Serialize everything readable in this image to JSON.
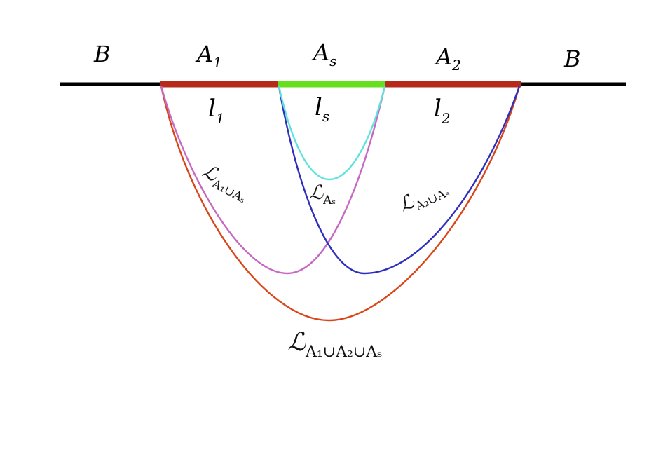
{
  "colors": {
    "region_b": "#000000",
    "region_a1": "#b52a1a",
    "region_as": "#66e01c",
    "region_a2": "#b52a1a",
    "curve_a1_a2_as": "#d9461a",
    "curve_a1_as": "#c768c2",
    "curve_as": "#5ee3dc",
    "curve_a2_as": "#2f2fbd"
  },
  "regions": {
    "b_left": "B",
    "a1": {
      "base": "A",
      "sub": "1"
    },
    "as": {
      "base": "A",
      "sub": "s"
    },
    "a2": {
      "base": "A",
      "sub": "2"
    },
    "b_right": "B"
  },
  "lengths": {
    "l1": {
      "base": "l",
      "sub": "1"
    },
    "ls": {
      "base": "l",
      "sub": "s"
    },
    "l2": {
      "base": "l",
      "sub": "2"
    }
  },
  "curves": {
    "a1_as": {
      "script": "ℒ",
      "sub": "A₁∪Aₛ"
    },
    "as": {
      "script": "ℒ",
      "sub": "Aₛ"
    },
    "a2_as": {
      "script": "ℒ",
      "sub": "A₂∪Aₛ"
    },
    "a1_a2_as": {
      "script": "ℒ",
      "sub": "A₁∪A₂∪Aₛ"
    }
  }
}
